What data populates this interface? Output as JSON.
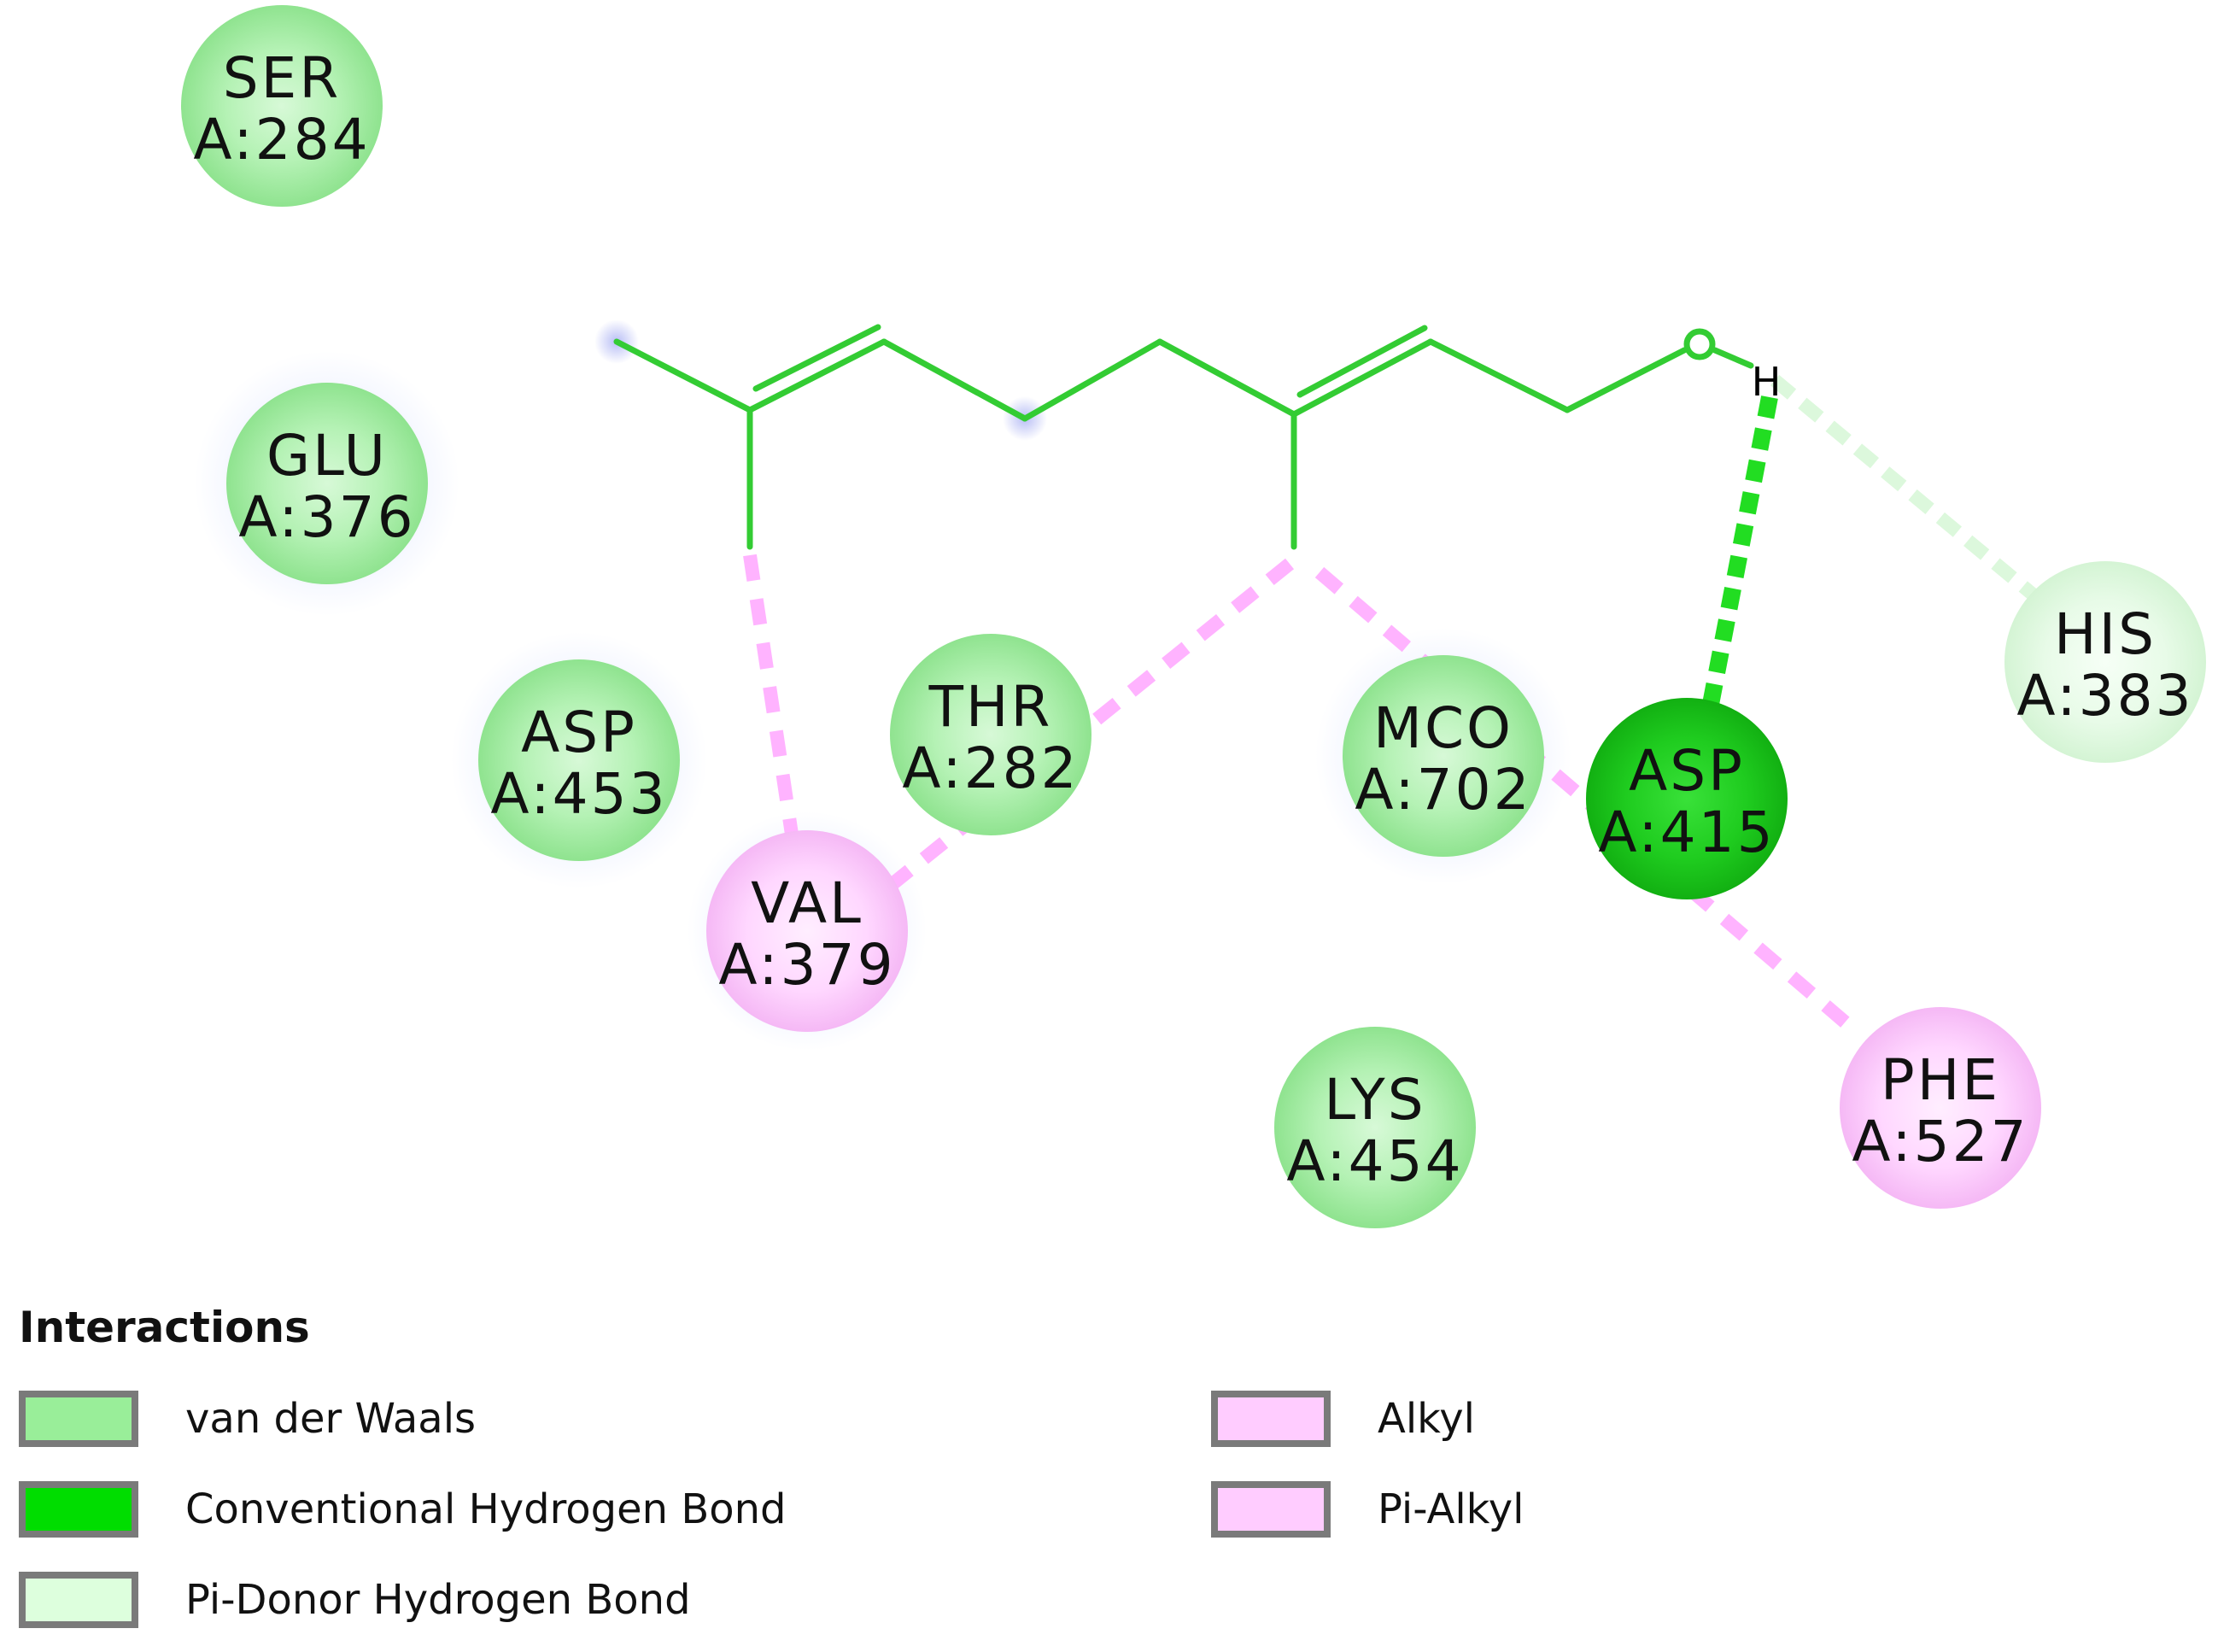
{
  "ligand": {
    "oxygen_label": "O",
    "hydrogen_label": "H",
    "bond_color": "#33cc33"
  },
  "residues": [
    {
      "id": "ser284",
      "name": "SER",
      "position": "A:284",
      "type": "van der Waals"
    },
    {
      "id": "glu376",
      "name": "GLU",
      "position": "A:376",
      "type": "van der Waals"
    },
    {
      "id": "asp453",
      "name": "ASP",
      "position": "A:453",
      "type": "van der Waals"
    },
    {
      "id": "thr282",
      "name": "THR",
      "position": "A:282",
      "type": "van der Waals"
    },
    {
      "id": "val379",
      "name": "VAL",
      "position": "A:379",
      "type": "Alkyl"
    },
    {
      "id": "mco702",
      "name": "MCO",
      "position": "A:702",
      "type": "van der Waals"
    },
    {
      "id": "asp415",
      "name": "ASP",
      "position": "A:415",
      "type": "Conventional Hydrogen Bond"
    },
    {
      "id": "his383",
      "name": "HIS",
      "position": "A:383",
      "type": "Pi-Donor Hydrogen Bond"
    },
    {
      "id": "lys454",
      "name": "LYS",
      "position": "A:454",
      "type": "van der Waals"
    },
    {
      "id": "phe527",
      "name": "PHE",
      "position": "A:527",
      "type": "Alkyl"
    }
  ],
  "legend": {
    "title": "Interactions",
    "items": [
      {
        "label": "van der Waals",
        "color": "#99ee99"
      },
      {
        "label": "Conventional Hydrogen Bond",
        "color": "#00dd00"
      },
      {
        "label": "Pi-Donor Hydrogen Bond",
        "color": "#ddffdd"
      },
      {
        "label": "Alkyl",
        "color": "#ffccff"
      },
      {
        "label": "Pi-Alkyl",
        "color": "#ffccff"
      }
    ]
  },
  "colors": {
    "van_der_waals": "#99ee99",
    "conventional_hbond": "#22cc22",
    "pi_donor_hbond": "#ddf8dd",
    "alkyl": "#ffccff",
    "alkyl_line": "#ffb3ff",
    "hbond_line": "#22dd22",
    "pi_donor_line": "#ddf8dd"
  }
}
